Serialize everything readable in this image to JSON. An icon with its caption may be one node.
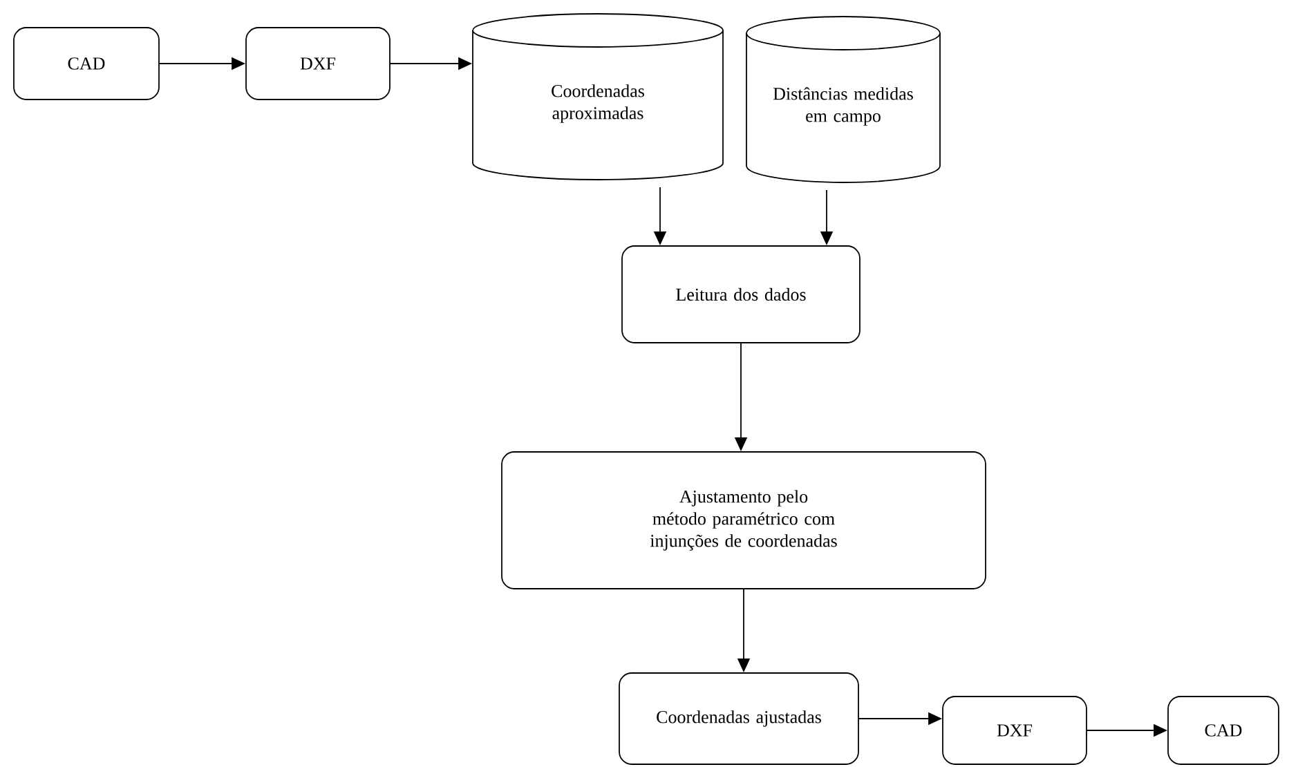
{
  "diagram": {
    "nodes": [
      {
        "text": [
          "CAD"
        ]
      },
      {
        "text": [
          "DXF"
        ]
      },
      {
        "text": [
          "Coordenadas aproximadas"
        ]
      },
      {
        "text": [
          "Distâncias medidas em campo"
        ]
      },
      {
        "text": [
          "Leitura dos dados"
        ]
      },
      {
        "text": [
          "Ajustamento pelo método paramétrico com injunções de coordenadas"
        ]
      },
      {
        "text": [
          "Coordenadas ajustadas"
        ]
      },
      {
        "text": [
          "DXF"
        ]
      },
      {
        "text": [
          "CAD"
        ]
      }
    ],
    "edges": [
      {
        "from": 0,
        "to": 1,
        "arrow": "to"
      },
      {
        "from": 1,
        "to": 2,
        "arrow": "to"
      },
      {
        "from": 2,
        "to": 4,
        "arrow": "to"
      },
      {
        "from": 3,
        "to": 4,
        "arrow": "to"
      },
      {
        "from": 4,
        "to": 5,
        "arrow": "to"
      },
      {
        "from": 5,
        "to": 6,
        "arrow": "to"
      },
      {
        "from": 6,
        "to": 7,
        "arrow": "to"
      },
      {
        "from": 7,
        "to": 8,
        "arrow": "to"
      }
    ]
  }
}
